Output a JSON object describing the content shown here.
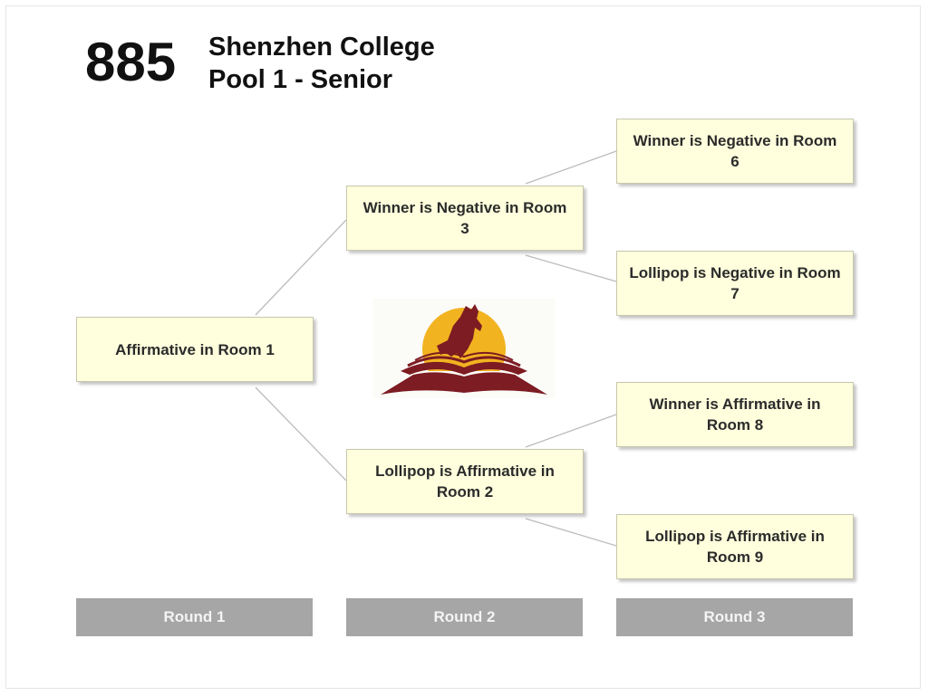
{
  "header": {
    "team_number": "885",
    "college": "Shenzhen College",
    "pool": "Pool 1 - Senior"
  },
  "bracket": {
    "round1": {
      "text": "Affirmative in Room 1"
    },
    "round2": [
      {
        "text": "Winner is Negative in Room 3"
      },
      {
        "text": "Lollipop is Affirmative in Room 2"
      }
    ],
    "round3": [
      {
        "text": "Winner is Negative in Room 6"
      },
      {
        "text": "Lollipop is Negative in Room 7"
      },
      {
        "text": "Winner is Affirmative in Room 8"
      },
      {
        "text": "Lollipop is Affirmative in Room 9"
      }
    ]
  },
  "rounds": [
    "Round 1",
    "Round 2",
    "Round 3"
  ],
  "colors": {
    "node_fill": "#ffffdd",
    "round_bar": "#a6a6a6",
    "logo_sun": "#f2b321",
    "logo_book": "#7d1c22"
  },
  "logo": {
    "icon": "college-logo-icon"
  }
}
